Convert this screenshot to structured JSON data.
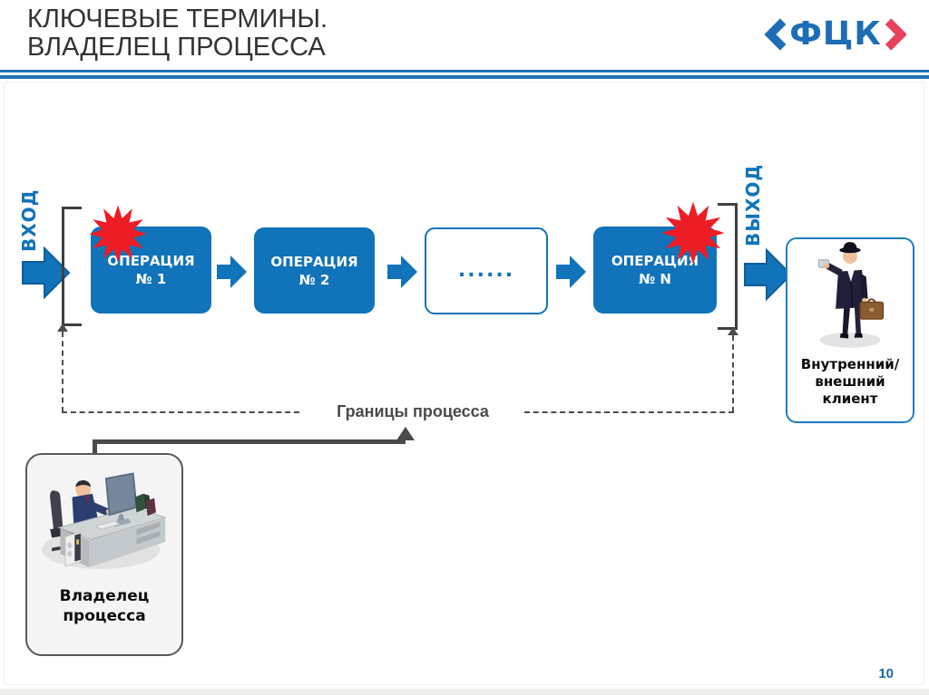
{
  "header": {
    "title": "КЛЮЧЕВЫЕ ТЕРМИНЫ.\nВЛАДЕЛЕЦ ПРОЦЕССА",
    "logo_text": "ФЦК"
  },
  "diagram": {
    "input_label": "ВХОД",
    "output_label": "ВЫХОД",
    "operations": [
      {
        "label": "ОПЕРАЦИЯ\n№ 1",
        "style": "filled",
        "starburst": true
      },
      {
        "label": "ОПЕРАЦИЯ\n№ 2",
        "style": "filled",
        "starburst": false
      },
      {
        "label": "......",
        "style": "outline",
        "starburst": false
      },
      {
        "label": "ОПЕРАЦИЯ\n№ N",
        "style": "filled",
        "starburst": true
      }
    ],
    "boundary_label": "Границы процесса",
    "client_label": "Внутренний/\nвнешний\nклиент",
    "owner_label": "Владелец\nпроцесса"
  },
  "illustrations": {
    "client": "businessman-with-briefcase",
    "owner": "office-worker-at-desk"
  },
  "footer": {
    "page_number": "10"
  },
  "colors": {
    "primary_blue": "#1173B9",
    "accent_red": "#EE1C24",
    "logo_blue": "#1C6DB5",
    "logo_red": "#E8415C",
    "dark_gray": "#4A4A4A",
    "divider_blue": "#2273B4"
  }
}
